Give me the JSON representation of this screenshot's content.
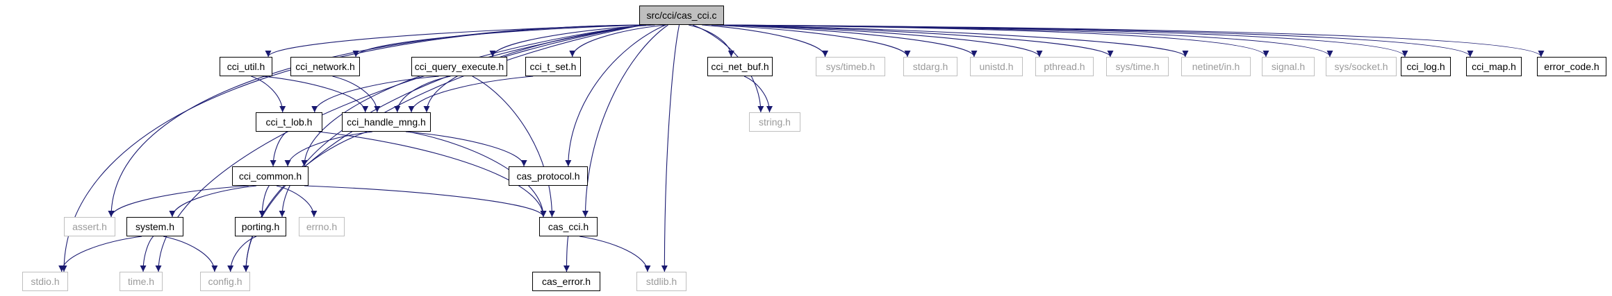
{
  "title": "src/cci/cas_cci.c",
  "colors": {
    "edge": "#191970",
    "missing_border": "#bfbfbf",
    "missing_text": "#9a9a9a",
    "root_fill": "#bfbfbf"
  },
  "nodes": {
    "root": {
      "label": "src/cci/cas_cci.c",
      "kind": "root"
    },
    "cci_util": {
      "label": "cci_util.h",
      "kind": "header"
    },
    "cci_network": {
      "label": "cci_network.h",
      "kind": "header"
    },
    "cci_query": {
      "label": "cci_query_execute.h",
      "kind": "header"
    },
    "cci_t_set": {
      "label": "cci_t_set.h",
      "kind": "header"
    },
    "cci_net_buf": {
      "label": "cci_net_buf.h",
      "kind": "header"
    },
    "sys_timeb": {
      "label": "sys/timeb.h",
      "kind": "missing"
    },
    "stdarg": {
      "label": "stdarg.h",
      "kind": "missing"
    },
    "unistd": {
      "label": "unistd.h",
      "kind": "missing"
    },
    "pthread": {
      "label": "pthread.h",
      "kind": "missing"
    },
    "sys_time": {
      "label": "sys/time.h",
      "kind": "missing"
    },
    "netinet": {
      "label": "netinet/in.h",
      "kind": "missing"
    },
    "signal": {
      "label": "signal.h",
      "kind": "missing"
    },
    "sys_socket": {
      "label": "sys/socket.h",
      "kind": "missing"
    },
    "cci_log": {
      "label": "cci_log.h",
      "kind": "header"
    },
    "cci_map": {
      "label": "cci_map.h",
      "kind": "header"
    },
    "error_code": {
      "label": "error_code.h",
      "kind": "header"
    },
    "string": {
      "label": "string.h",
      "kind": "missing"
    },
    "cci_t_lob": {
      "label": "cci_t_lob.h",
      "kind": "header"
    },
    "cci_handle": {
      "label": "cci_handle_mng.h",
      "kind": "header"
    },
    "cci_common": {
      "label": "cci_common.h",
      "kind": "header"
    },
    "cas_protocol": {
      "label": "cas_protocol.h",
      "kind": "header"
    },
    "assert": {
      "label": "assert.h",
      "kind": "missing"
    },
    "system": {
      "label": "system.h",
      "kind": "header"
    },
    "porting": {
      "label": "porting.h",
      "kind": "header"
    },
    "errno": {
      "label": "errno.h",
      "kind": "missing"
    },
    "cas_cci": {
      "label": "cas_cci.h",
      "kind": "header"
    },
    "stdio": {
      "label": "stdio.h",
      "kind": "missing"
    },
    "time": {
      "label": "time.h",
      "kind": "missing"
    },
    "config": {
      "label": "config.h",
      "kind": "missing"
    },
    "cas_error": {
      "label": "cas_error.h",
      "kind": "header"
    },
    "stdlib": {
      "label": "stdlib.h",
      "kind": "missing"
    }
  },
  "edges": [
    [
      "root",
      "cci_util"
    ],
    [
      "root",
      "cci_network"
    ],
    [
      "root",
      "cci_query"
    ],
    [
      "root",
      "cci_t_set"
    ],
    [
      "root",
      "cci_net_buf"
    ],
    [
      "root",
      "sys_timeb"
    ],
    [
      "root",
      "stdarg"
    ],
    [
      "root",
      "unistd"
    ],
    [
      "root",
      "pthread"
    ],
    [
      "root",
      "sys_time"
    ],
    [
      "root",
      "netinet"
    ],
    [
      "root",
      "signal"
    ],
    [
      "root",
      "sys_socket"
    ],
    [
      "root",
      "cci_log"
    ],
    [
      "root",
      "cci_map"
    ],
    [
      "root",
      "error_code"
    ],
    [
      "root",
      "string"
    ],
    [
      "root",
      "cci_handle"
    ],
    [
      "root",
      "cci_common"
    ],
    [
      "root",
      "cas_protocol"
    ],
    [
      "root",
      "cas_cci"
    ],
    [
      "root",
      "stdlib"
    ],
    [
      "root",
      "assert"
    ],
    [
      "root",
      "porting"
    ],
    [
      "root",
      "config"
    ],
    [
      "root",
      "stdio"
    ],
    [
      "root",
      "time"
    ],
    [
      "cci_util",
      "cci_t_lob"
    ],
    [
      "cci_util",
      "cci_handle"
    ],
    [
      "cci_network",
      "cci_handle"
    ],
    [
      "cci_query",
      "cci_t_lob"
    ],
    [
      "cci_query",
      "cci_handle"
    ],
    [
      "cci_query",
      "cas_cci"
    ],
    [
      "cci_t_set",
      "cci_handle"
    ],
    [
      "cci_net_buf",
      "string"
    ],
    [
      "cci_t_lob",
      "cci_common"
    ],
    [
      "cci_t_lob",
      "cas_cci"
    ],
    [
      "cci_handle",
      "cci_common"
    ],
    [
      "cci_handle",
      "cas_protocol"
    ],
    [
      "cci_handle",
      "cas_cci"
    ],
    [
      "cci_handle",
      "config"
    ],
    [
      "cci_common",
      "assert"
    ],
    [
      "cci_common",
      "system"
    ],
    [
      "cci_common",
      "porting"
    ],
    [
      "cci_common",
      "errno"
    ],
    [
      "cci_common",
      "cas_cci"
    ],
    [
      "system",
      "stdio"
    ],
    [
      "system",
      "time"
    ],
    [
      "system",
      "config"
    ],
    [
      "porting",
      "config"
    ],
    [
      "cas_cci",
      "cas_error"
    ],
    [
      "cas_cci",
      "stdlib"
    ]
  ]
}
